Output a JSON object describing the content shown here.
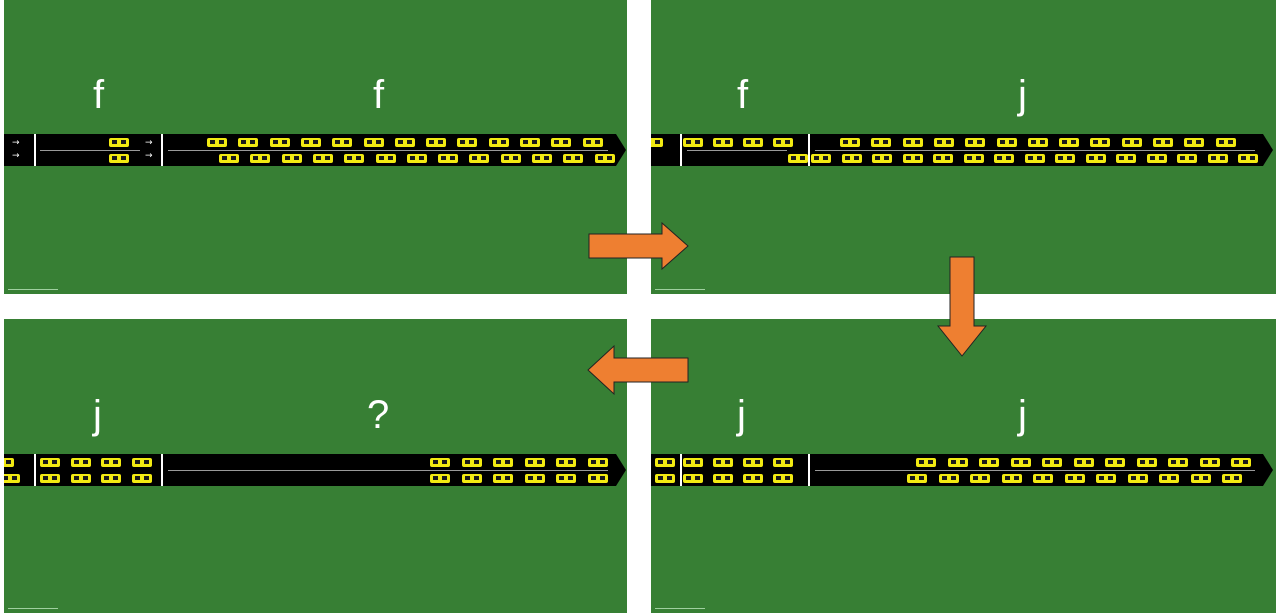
{
  "panels": [
    {
      "id": "top-left",
      "labels": [
        "f",
        "f"
      ]
    },
    {
      "id": "top-right",
      "labels": [
        "f",
        "j"
      ]
    },
    {
      "id": "bottom-right",
      "labels": [
        "j",
        "j"
      ]
    },
    {
      "id": "bottom-left",
      "labels": [
        "j",
        "?"
      ]
    }
  ],
  "colors": {
    "background": "#377f34",
    "road": "#000000",
    "car": "#f2ea12",
    "flow_arrow": "#ee7f31"
  },
  "icons": [
    "car-icon",
    "flow-arrow-right-icon",
    "flow-arrow-down-icon",
    "flow-arrow-left-icon"
  ]
}
